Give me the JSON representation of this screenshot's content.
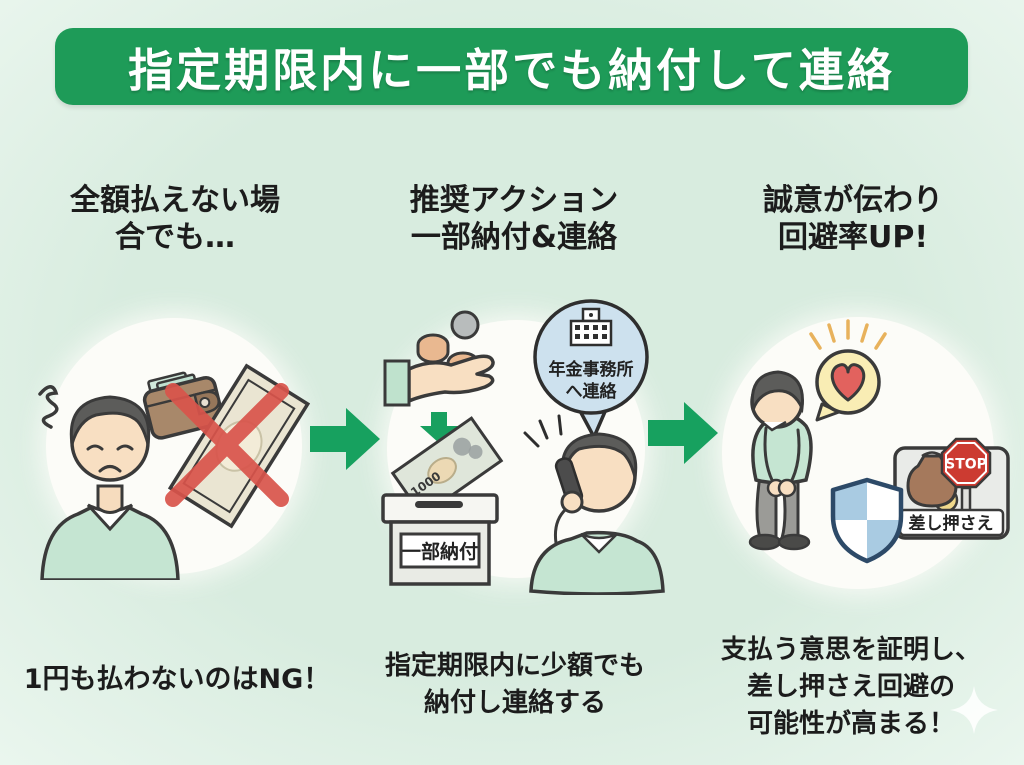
{
  "header": {
    "title": "指定期限内に一部でも納付して連絡"
  },
  "columns": {
    "left": {
      "heading": "全額払えない場\n合でも…",
      "caption": "1円も払わないのはNG！"
    },
    "middle": {
      "heading": "推奨アクション\n一部納付&連絡",
      "caption": "指定期限内に少額でも\n納付し連絡する",
      "bubble_lines": [
        "年金事務所",
        "へ連絡"
      ],
      "box_label": "一部納付",
      "banknote_text": "1000"
    },
    "right": {
      "heading": "誠意が伝わり\n回避率UP!",
      "caption": "支払う意思を証明し、\n差し押さえ回避の\n可能性が高まる！",
      "stop_label": "STOP",
      "seizure_label": "差し押さえ"
    }
  },
  "colors": {
    "banner_green": "#1e9b58",
    "arrow_green": "#17a15f",
    "background_mint": "#d8ecdf",
    "sweater_green": "#c5e5d2",
    "bubble_blue": "#cde1ee",
    "stop_red": "#cc3b31",
    "x_red": "#d9544b",
    "heart_bubble_yellow": "#f9edb4",
    "shield_blue": "#a9cbe2"
  }
}
